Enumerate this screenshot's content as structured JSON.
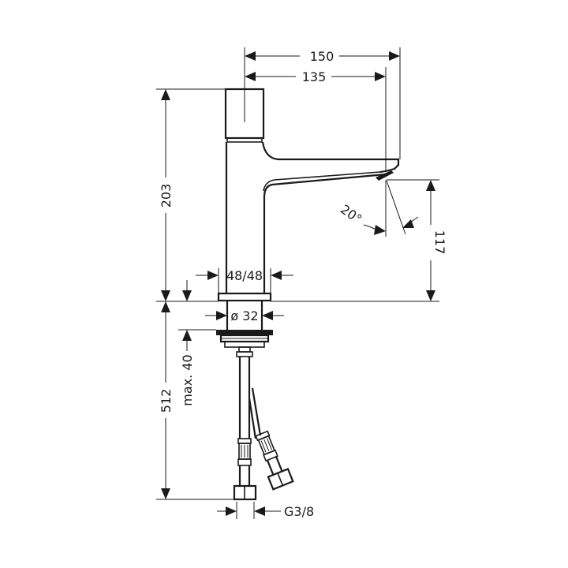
{
  "drawing": {
    "subject": "Single lever basin faucet technical drawing",
    "units": "mm",
    "line_color": "#1a1a1a",
    "background": "#ffffff"
  },
  "dimensions": {
    "spout_reach_total": "150",
    "spout_reach_outlet": "135",
    "overall_height": "203",
    "spout_outlet_height": "117",
    "outlet_angle": "20°",
    "body_diameter": "48/48",
    "shank_diameter": "ø 32",
    "max_deck_thickness": "max. 40",
    "hose_length": "512",
    "connection_thread": "G3/8"
  }
}
